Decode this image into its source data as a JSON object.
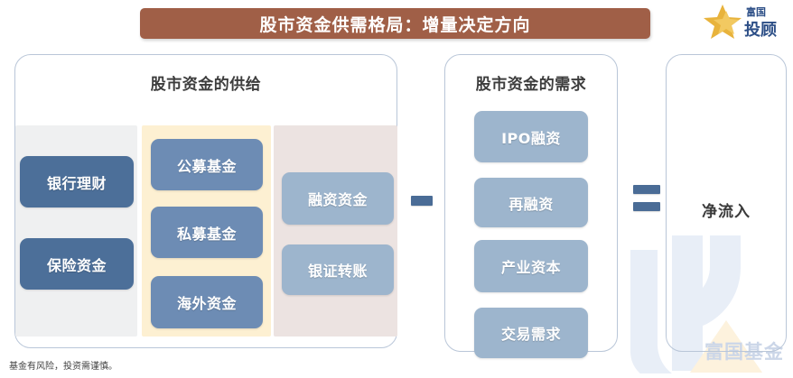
{
  "header": {
    "title": "股市资金供需格局：增量决定方向",
    "title_bg": "#a05f47",
    "title_color": "#ffffff"
  },
  "brand": {
    "name_top": "富国",
    "name_bottom": "投顾",
    "star_color": "#e8b33c",
    "text_color": "#2d4f87"
  },
  "watermark": {
    "text": "富国基金",
    "color": "#cbd6e8"
  },
  "supply": {
    "title": "股市资金的供给",
    "columns": [
      {
        "name": "bank-column",
        "bg": "#eff0f1",
        "items": [
          {
            "label": "银行理财",
            "color": "#4c6f99"
          },
          {
            "label": "保险资金",
            "color": "#4c6f99"
          }
        ]
      },
      {
        "name": "fund-column",
        "bg": "#fdf0d2",
        "items": [
          {
            "label": "公募基金",
            "color": "#6d8cb4"
          },
          {
            "label": "私募基金",
            "color": "#6d8cb4"
          },
          {
            "label": "海外资金",
            "color": "#6d8cb4"
          }
        ]
      },
      {
        "name": "market-column",
        "bg": "#ece3e1",
        "items": [
          {
            "label": "融资资金",
            "color": "#9db5cd"
          },
          {
            "label": "银证转账",
            "color": "#9db5cd"
          }
        ]
      }
    ]
  },
  "operators": {
    "minus": "−",
    "equals": "="
  },
  "demand": {
    "title": "股市资金的需求",
    "items": [
      {
        "label": "IPO融资",
        "color": "#9db5cd"
      },
      {
        "label": "再融资",
        "color": "#9db5cd"
      },
      {
        "label": "产业资本",
        "color": "#9db5cd"
      },
      {
        "label": "交易需求",
        "color": "#9db5cd"
      }
    ]
  },
  "result": {
    "label": "净流入"
  },
  "footer": {
    "disclaimer": "基金有风险，投资需谨慎。"
  }
}
